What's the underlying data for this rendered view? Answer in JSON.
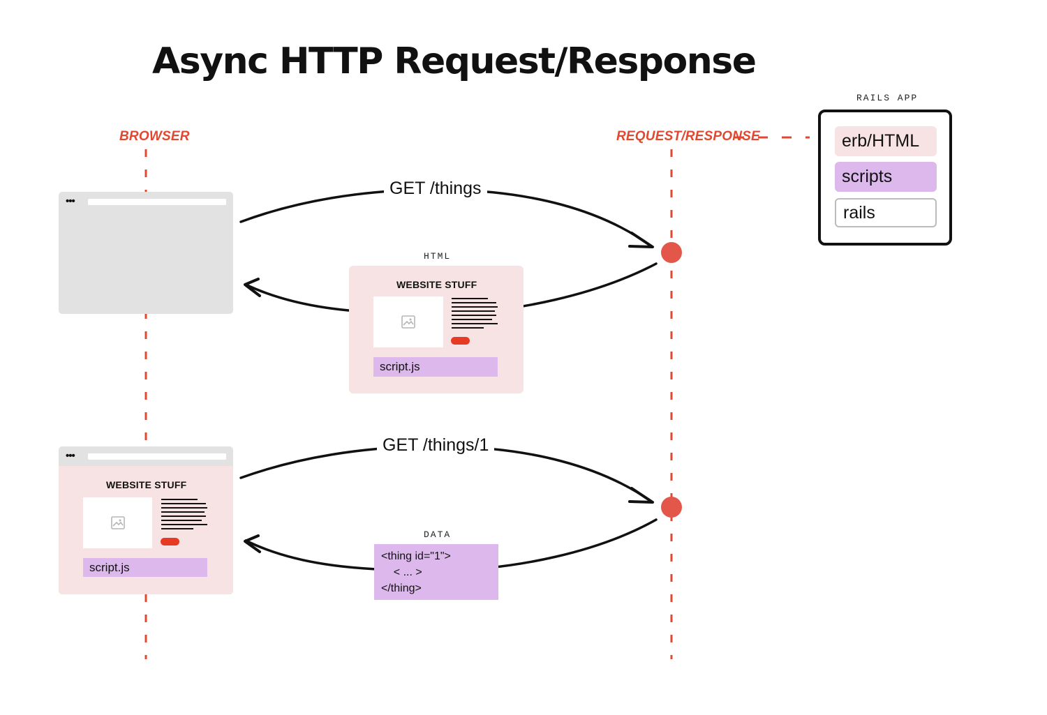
{
  "title": "Async HTTP Request/Response",
  "lanes": {
    "browser": "BROWSER",
    "request_response": "REQUEST/RESPONSE"
  },
  "rails_app": {
    "label": "RAILS APP",
    "items": [
      {
        "label": "erb/HTML",
        "color": "#f7e3e4"
      },
      {
        "label": "scripts",
        "color": "#dcb8ec"
      },
      {
        "label": "rails",
        "color": "#ffffff"
      }
    ]
  },
  "exchange1": {
    "request": "GET /things",
    "response_label": "HTML",
    "card_title": "WEBSITE STUFF",
    "script": "script.js"
  },
  "exchange2": {
    "request": "GET /things/1",
    "response_label": "DATA",
    "data_lines": [
      "<thing id=\"1\">",
      "    < ... >",
      "</thing>"
    ],
    "card_title": "WEBSITE STUFF",
    "script": "script.js"
  },
  "browser_dots": "•••",
  "colors": {
    "accent_red": "#e2472f",
    "node_red": "#e2574a",
    "pink": "#f7e3e4",
    "purple": "#dcb8ec",
    "browser_gray": "#e2e2e2"
  }
}
